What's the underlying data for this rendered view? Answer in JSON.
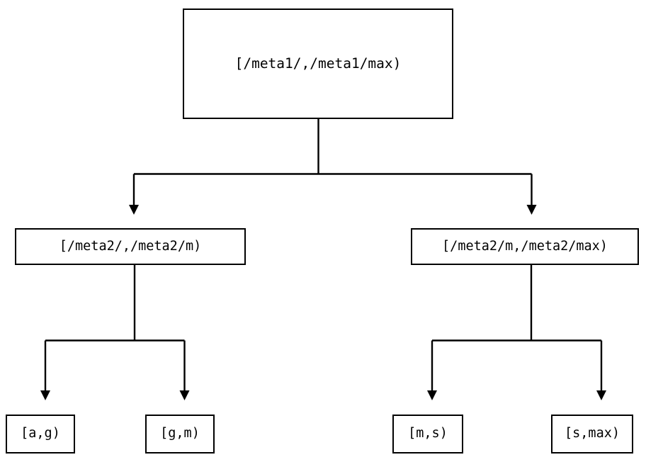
{
  "diagram": {
    "type": "tree",
    "orientation": "top-down",
    "background_color": "#ffffff",
    "stroke_color": "#000000",
    "title": "",
    "nodes": {
      "root": {
        "label": "[/meta1/,/meta1/max)",
        "level": 0
      },
      "mid_left": {
        "label": "[/meta2/,/meta2/m)",
        "level": 1
      },
      "mid_right": {
        "label": "[/meta2/m,/meta2/max)",
        "level": 1
      },
      "leaf_1": {
        "label": "[a,g)",
        "level": 2
      },
      "leaf_2": {
        "label": "[g,m)",
        "level": 2
      },
      "leaf_3": {
        "label": "[m,s)",
        "level": 2
      },
      "leaf_4": {
        "label": "[s,max)",
        "level": 2
      }
    },
    "edges": [
      {
        "from": "root",
        "to": "mid_left",
        "arrow": "triangle-down"
      },
      {
        "from": "root",
        "to": "mid_right",
        "arrow": "triangle-down"
      },
      {
        "from": "mid_left",
        "to": "leaf_1",
        "arrow": "triangle-down"
      },
      {
        "from": "mid_left",
        "to": "leaf_2",
        "arrow": "triangle-down"
      },
      {
        "from": "mid_right",
        "to": "leaf_3",
        "arrow": "triangle-down"
      },
      {
        "from": "mid_right",
        "to": "leaf_4",
        "arrow": "triangle-down"
      }
    ]
  }
}
